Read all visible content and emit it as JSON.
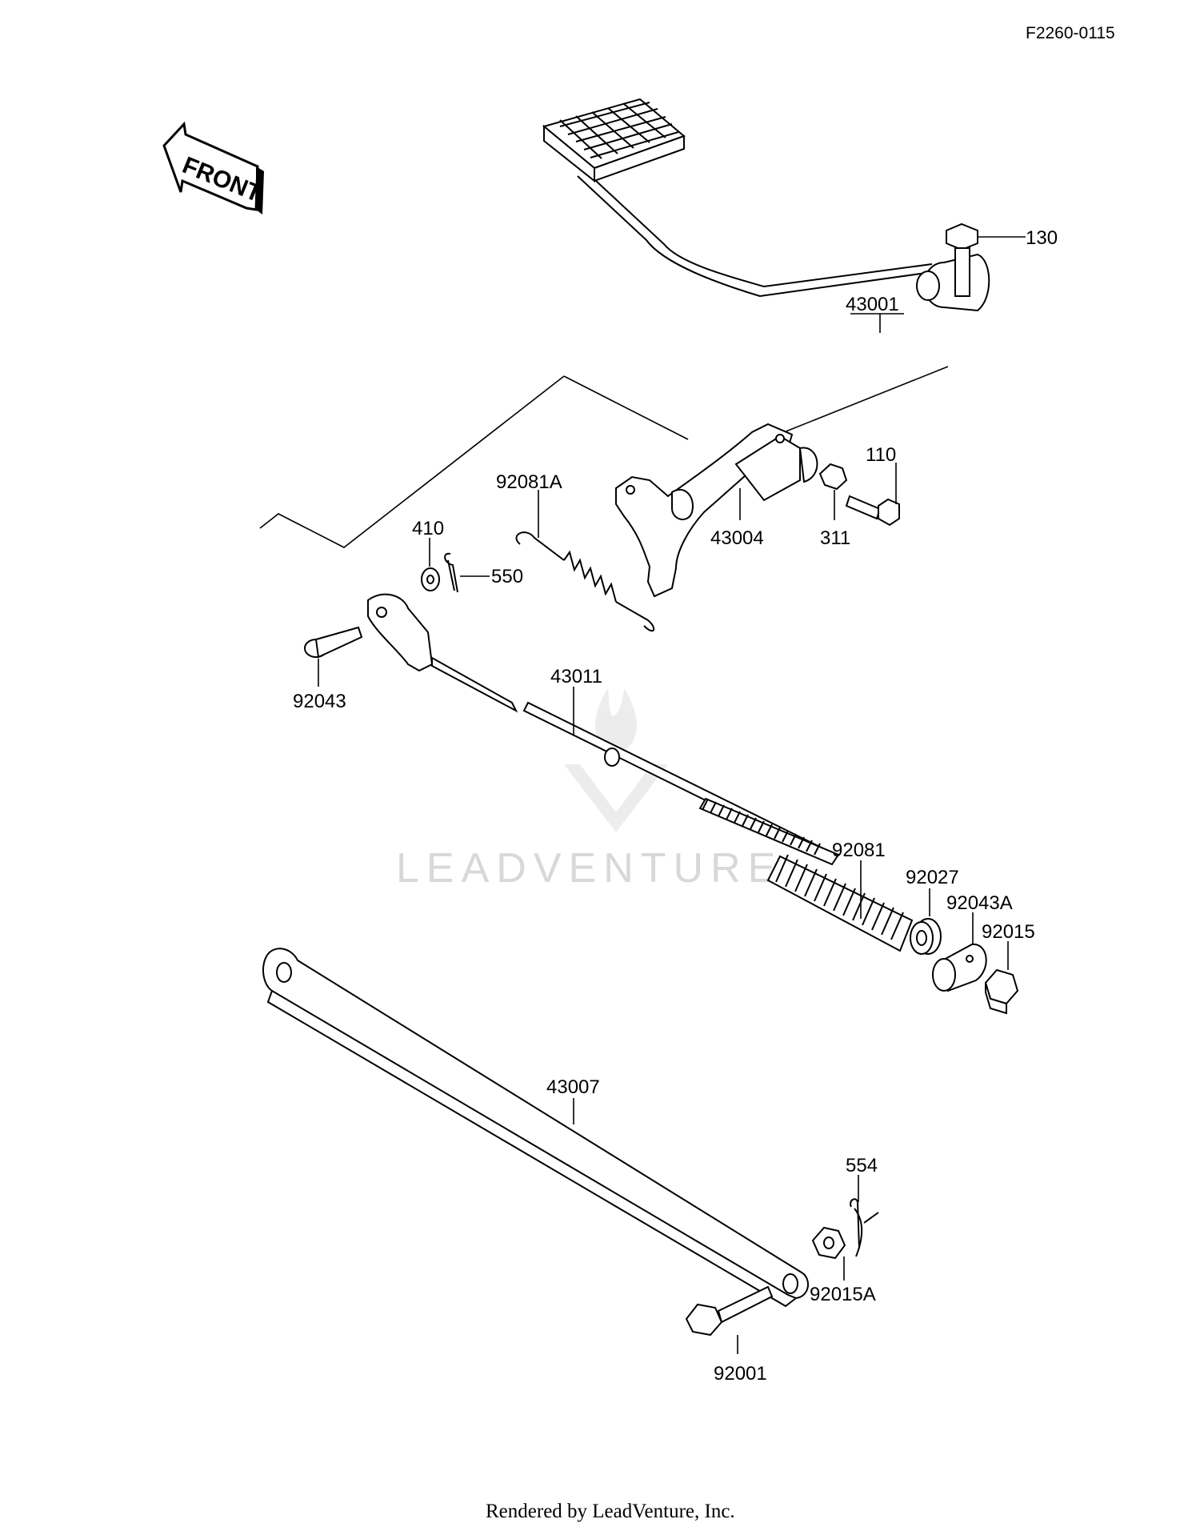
{
  "header": {
    "code": "F2260-0115"
  },
  "front_arrow": {
    "label": "FRONT"
  },
  "watermark": {
    "text": "LEADVENTURE"
  },
  "parts": {
    "p130": "130",
    "p43001": "43001",
    "p110": "110",
    "p92081A": "92081A",
    "p43004": "43004",
    "p311": "311",
    "p410": "410",
    "p550": "550",
    "p92043": "92043",
    "p43011": "43011",
    "p92081": "92081",
    "p92027": "92027",
    "p92043A": "92043A",
    "p92015": "92015",
    "p43007": "43007",
    "p554": "554",
    "p92015A": "92015A",
    "p92001": "92001"
  },
  "footer": {
    "text": "Rendered by LeadVenture, Inc."
  }
}
